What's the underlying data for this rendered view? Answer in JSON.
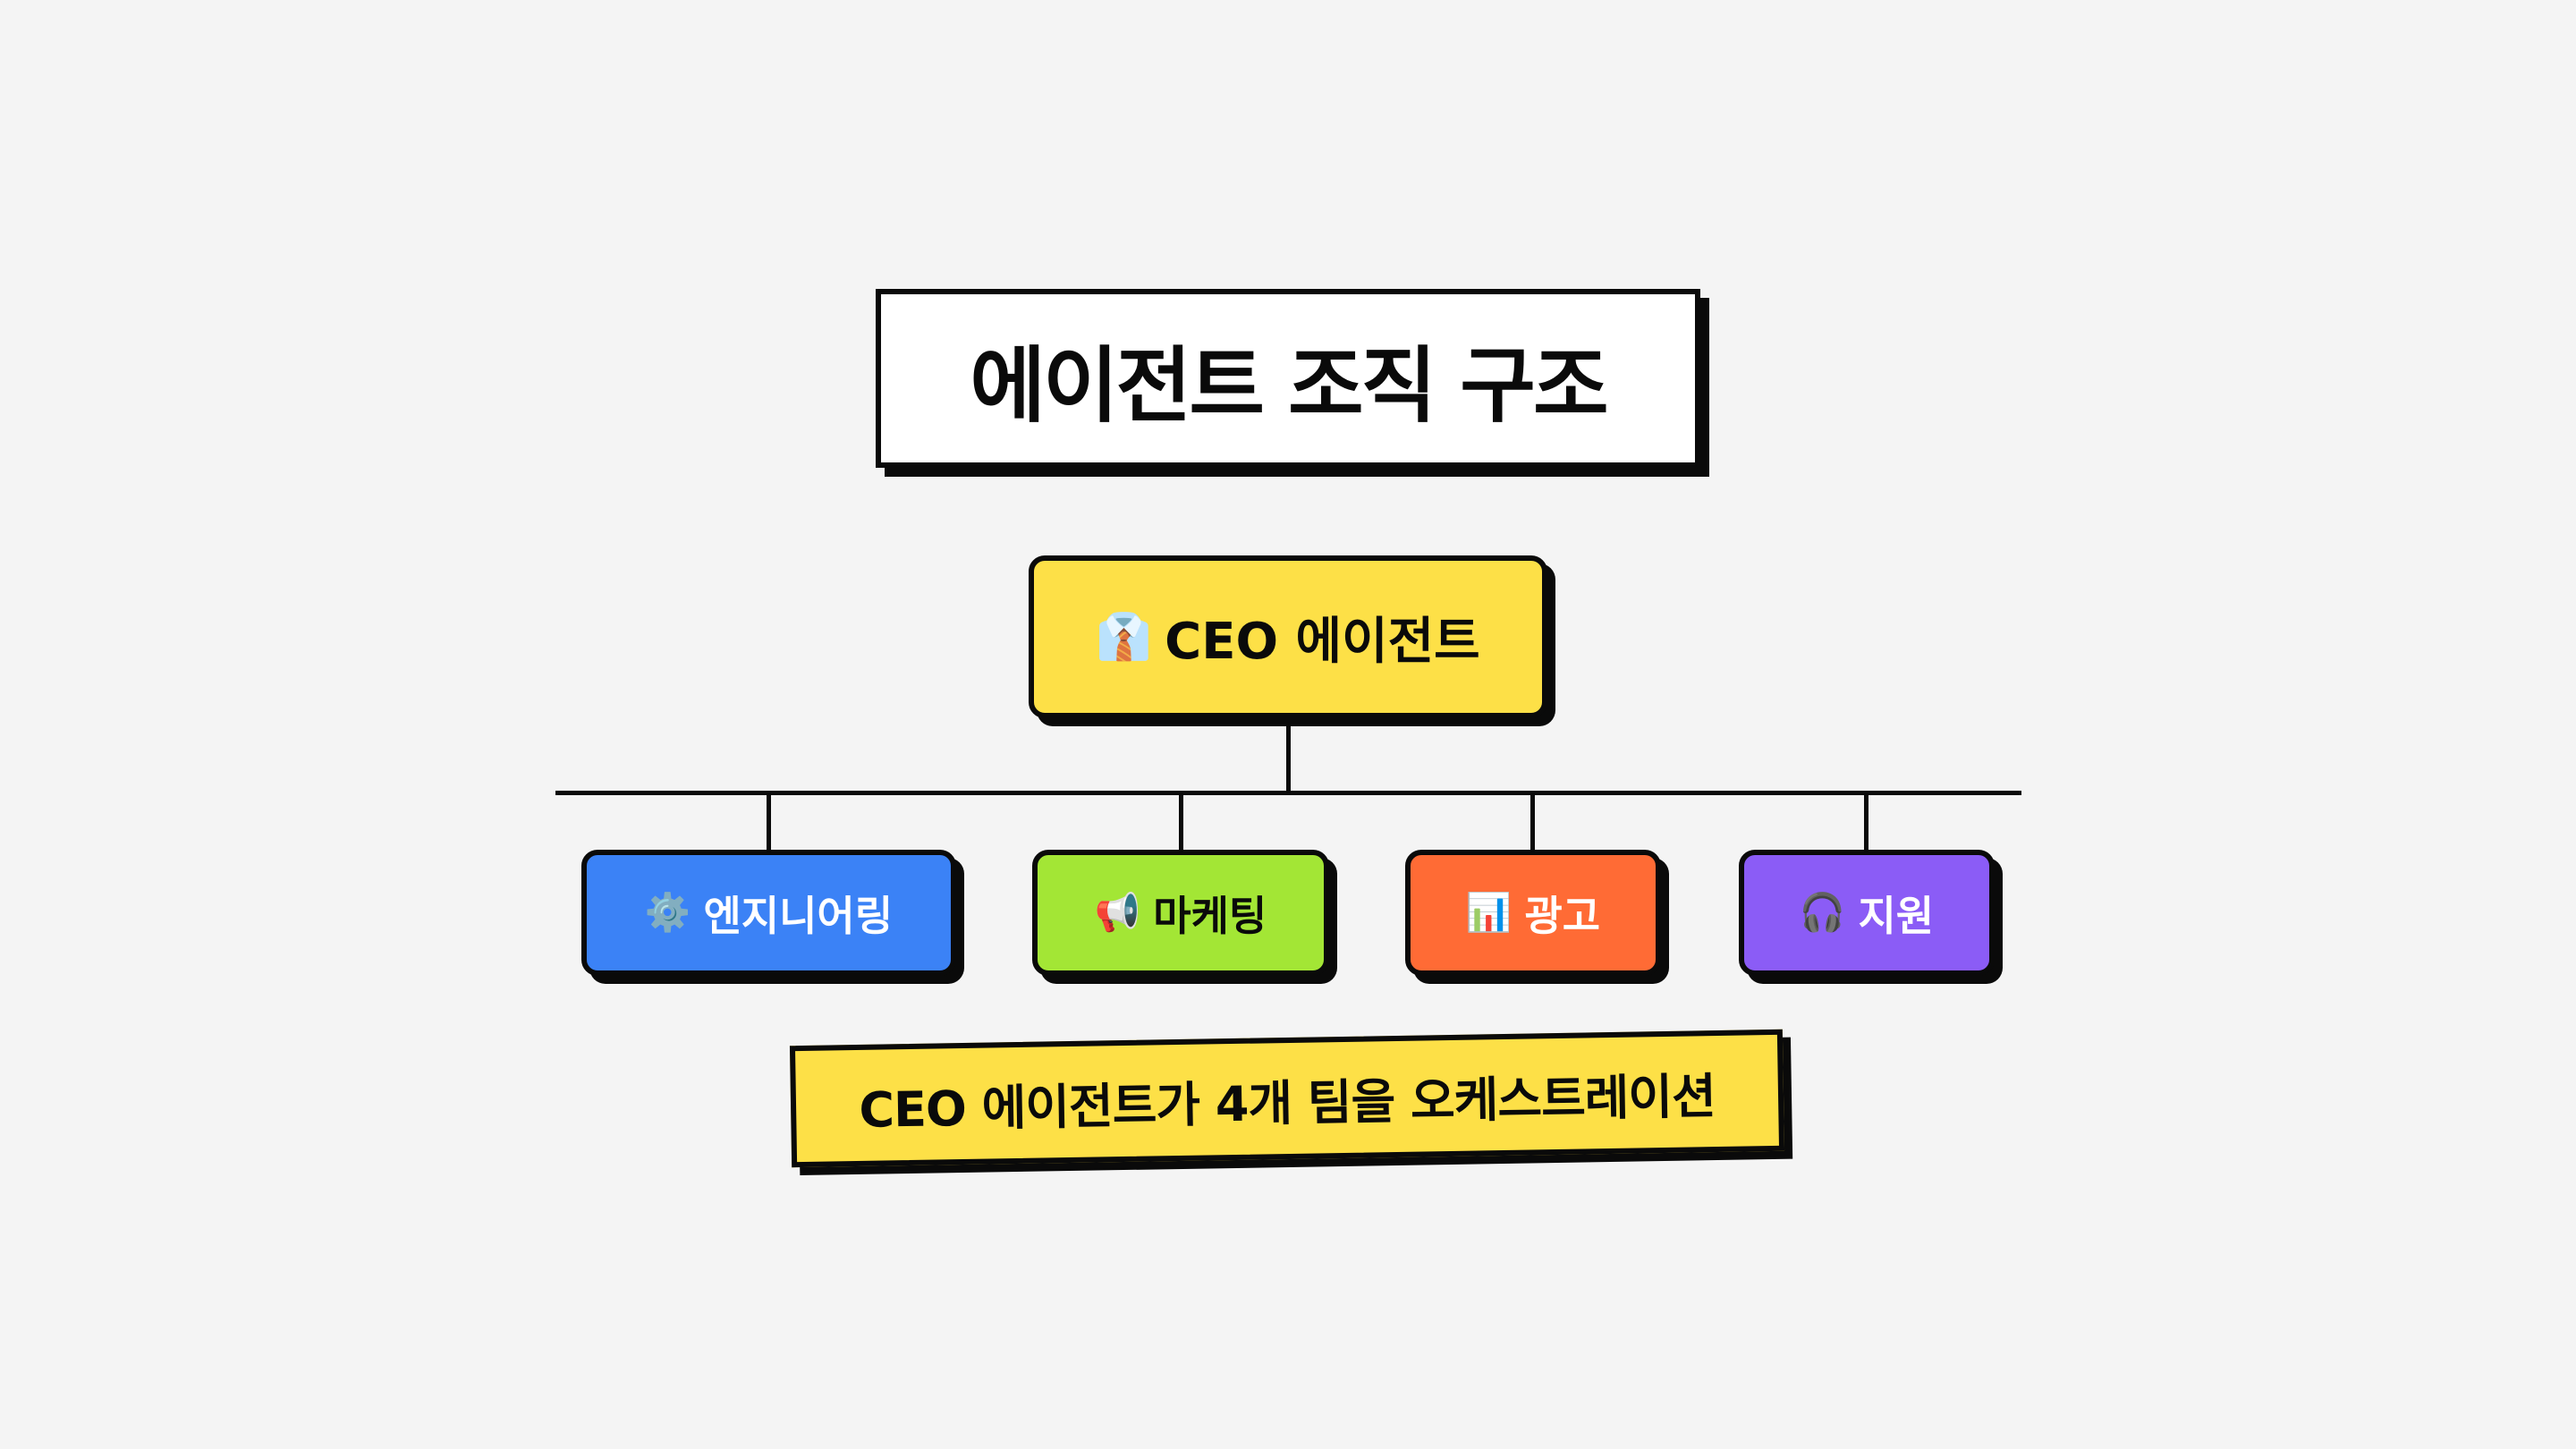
{
  "title": "에이전트 조직 구조",
  "ceo": {
    "icon": "👔",
    "icon_name": "necktie-shirt-icon",
    "label": "CEO 에이전트",
    "color": "#fde047"
  },
  "teams": [
    {
      "icon": "⚙️",
      "icon_name": "gear-icon",
      "label": "엔지니어링",
      "color": "#3b82f6"
    },
    {
      "icon": "📢",
      "icon_name": "megaphone-icon",
      "label": "마케팅",
      "color": "#a3e635"
    },
    {
      "icon": "📊",
      "icon_name": "bar-chart-icon",
      "label": "광고",
      "color": "#ff6b35"
    },
    {
      "icon": "🎧",
      "icon_name": "headphones-icon",
      "label": "지원",
      "color": "#8b5cf6"
    }
  ],
  "caption": "CEO 에이전트가 4개 팀을 오케스트레이션"
}
